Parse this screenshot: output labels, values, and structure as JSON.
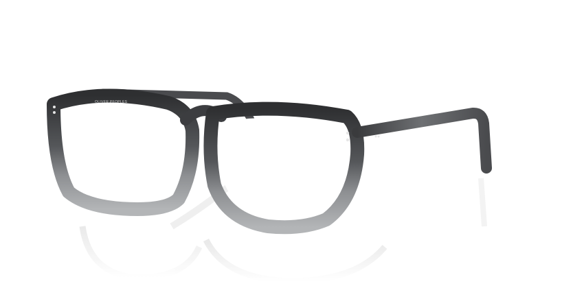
{
  "product": {
    "type": "eyeglasses",
    "temple_engraving": "OLIVER PEOPLES",
    "temple_mark": "CE",
    "frame_colors": {
      "top": "#2e2f31",
      "mid": "#6c6e71",
      "bottom": "#a9abad",
      "background": "#ffffff",
      "reflection": "#ececec"
    }
  }
}
